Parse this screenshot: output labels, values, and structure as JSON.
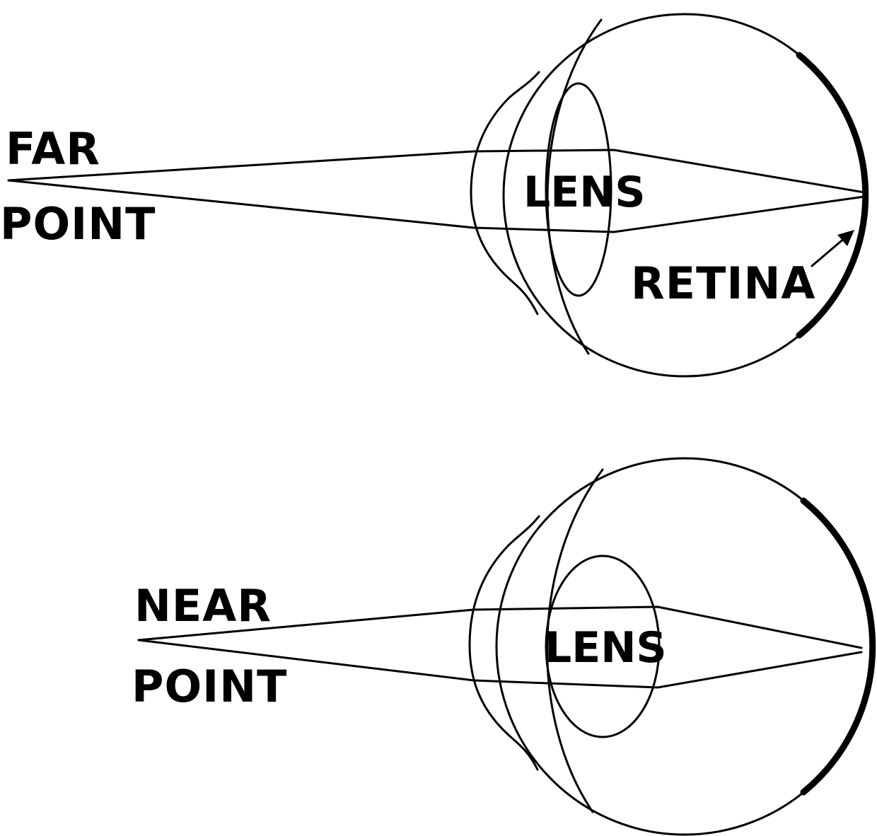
{
  "labels": {
    "far_line1": "FAR",
    "far_line2": "POINT",
    "near_line1": "NEAR",
    "near_line2": "POINT",
    "lens_top": "LENS",
    "lens_bottom": "LENS",
    "retina": "RETINA"
  },
  "colors": {
    "stroke": "#000000",
    "background": "#ffffff"
  }
}
